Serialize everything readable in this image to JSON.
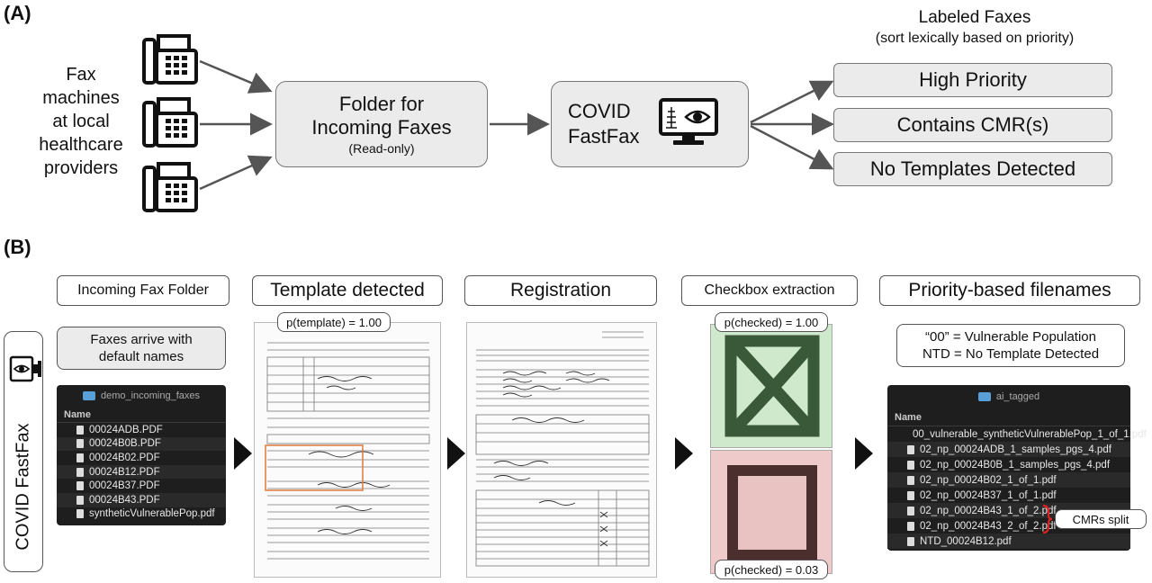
{
  "panel_a": {
    "label": "(A)",
    "sources_text": [
      "Fax",
      "machines",
      "at local",
      "healthcare",
      "providers"
    ],
    "folder_box": {
      "title_lines": [
        "Folder for",
        "Incoming Faxes"
      ],
      "subtitle": "(Read-only)"
    },
    "app_box": {
      "title_lines": [
        "COVID",
        "FastFax"
      ]
    },
    "labeled_title_lines": [
      "Labeled Faxes",
      "(sort lexically based on priority)"
    ],
    "outputs": [
      "High Priority",
      "Contains CMR(s)",
      "No Templates Detected"
    ]
  },
  "panel_b": {
    "label": "(B)",
    "side_label": "COVID FastFax",
    "steps": [
      "Incoming Fax Folder",
      "Template detected",
      "Registration",
      "Checkbox extraction",
      "Priority-based filenames"
    ],
    "arrive_note_lines": [
      "Faxes arrive with",
      "default names"
    ],
    "template_prob": "p(template) = 1.00",
    "checked_high": "p(checked) = 1.00",
    "checked_low": "p(checked) = 0.03",
    "legend_lines": [
      "“00” = Vulnerable Population",
      "NTD = No Template Detected"
    ],
    "incoming_folder": {
      "name": "demo_incoming_faxes",
      "column": "Name",
      "files": [
        "00024ADB.PDF",
        "00024B0B.PDF",
        "00024B02.PDF",
        "00024B12.PDF",
        "00024B37.PDF",
        "00024B43.PDF",
        "syntheticVulnerablePop.pdf"
      ]
    },
    "tagged_folder": {
      "name": "ai_tagged",
      "column": "Name",
      "files": [
        "00_vulnerable_syntheticVulnerablePop_1_of_1.pdf",
        "02_np_00024ADB_1_samples_pgs_4.pdf",
        "02_np_00024B0B_1_samples_pgs_4.pdf",
        "02_np_00024B02_1_of_1.pdf",
        "02_np_00024B37_1_of_1.pdf",
        "02_np_00024B43_1_of_2.pdf",
        "02_np_00024B43_2_of_2.pdf",
        "NTD_00024B12.pdf"
      ]
    },
    "cmr_split_note": "CMRs split",
    "colors": {
      "checked_bg": "#cfe9cc",
      "unchecked_bg": "#efcaca",
      "box_fill": "#ebebeb",
      "template_highlight": "#e07b3a",
      "brace": "#e02020"
    }
  }
}
